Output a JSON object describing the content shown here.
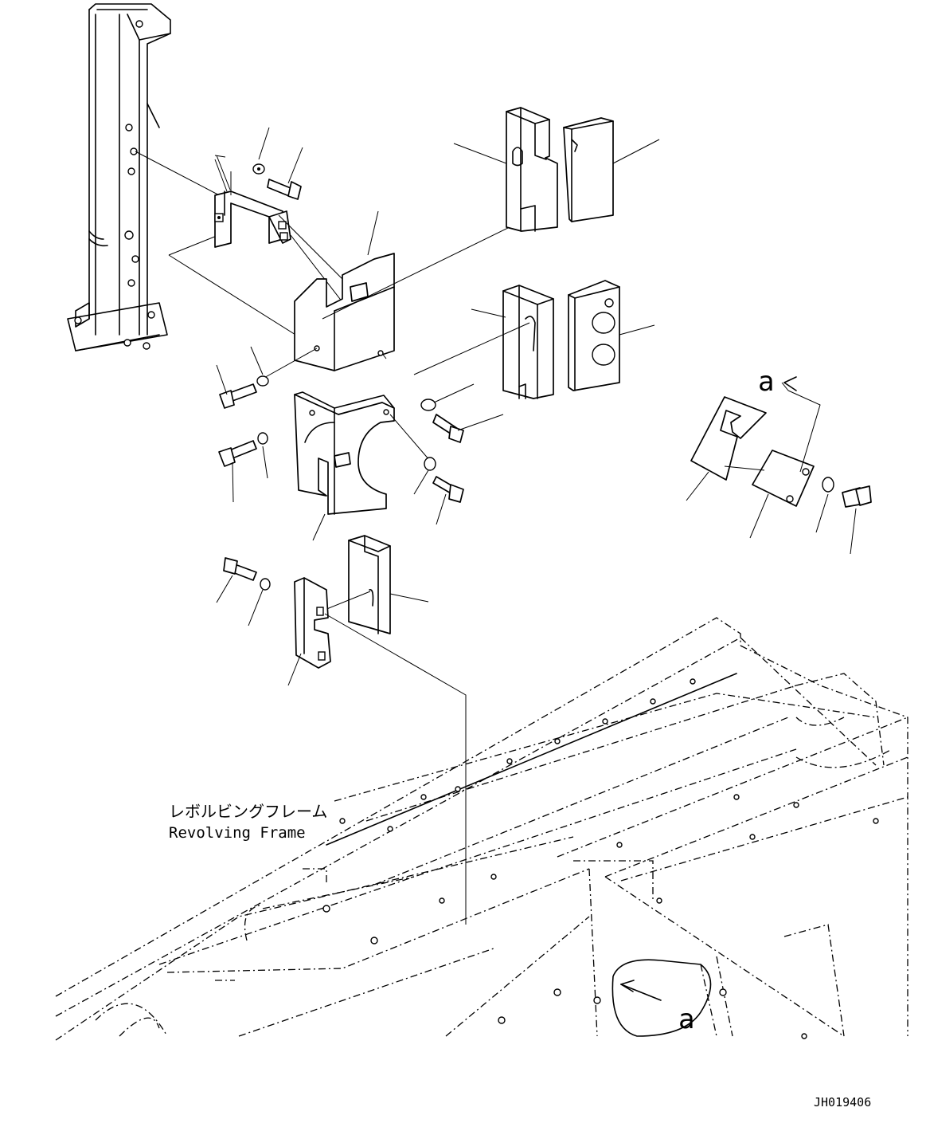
{
  "frame_label": {
    "japanese": "レボルビングフレーム",
    "english": "Revolving Frame"
  },
  "view_marker": "a",
  "drawing_number": "JH019406"
}
